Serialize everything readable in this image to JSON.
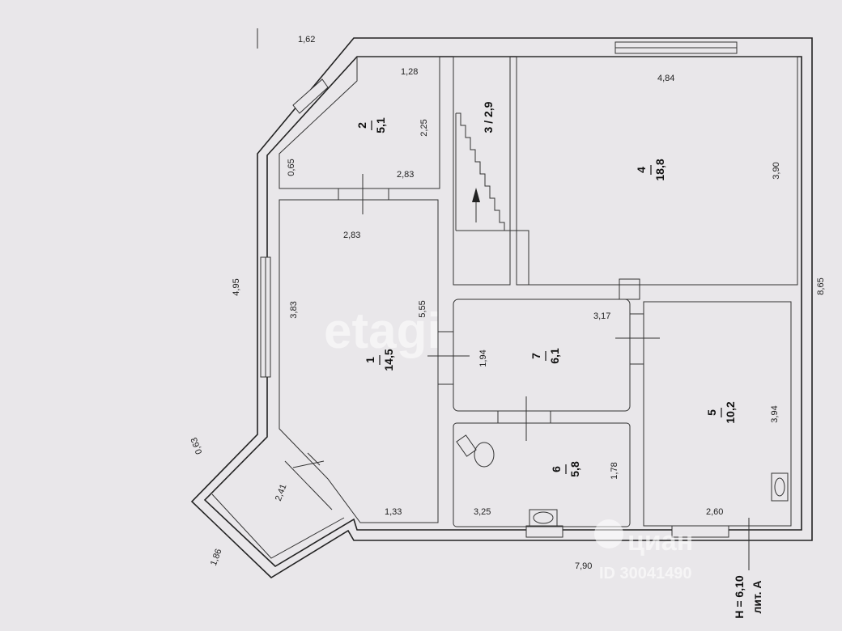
{
  "plan": {
    "rooms": [
      {
        "id": "room-1",
        "number": "1",
        "area": "14,5"
      },
      {
        "id": "room-2",
        "number": "2",
        "area": "5,1"
      },
      {
        "id": "room-3",
        "label": "3 / 2,9"
      },
      {
        "id": "room-4",
        "number": "4",
        "area": "18,8"
      },
      {
        "id": "room-5",
        "number": "5",
        "area": "10,2"
      },
      {
        "id": "room-6",
        "number": "6",
        "area": "5,8"
      },
      {
        "id": "room-7",
        "number": "7",
        "area": "6,1"
      }
    ],
    "dims": {
      "top_162": "1,62",
      "r2_128": "1,28",
      "r2_225": "2,25",
      "r2_065": "0,65",
      "r2_283": "2,83",
      "r1_283": "2,83",
      "r1_383": "3,83",
      "r1_555": "5,55",
      "r1_133": "1,33",
      "left_495": "4,95",
      "r4_484": "4,84",
      "r4_390": "3,90",
      "right_865": "8,65",
      "r7_317": "3,17",
      "r7_194": "1,94",
      "r6_178": "1,78",
      "r6_325": "3,25",
      "r5_394": "3,94",
      "r5_260": "2,60",
      "bottom_790": "7,90",
      "bay_241": "2,41",
      "bay_063": "0,63",
      "bay_186": "1,86"
    },
    "title": {
      "lit": "лит. А",
      "height": "Н = 6,10"
    },
    "watermarks": {
      "etagi": "etagi",
      "cian": "циан",
      "cian_id": "ID 30041490"
    }
  }
}
